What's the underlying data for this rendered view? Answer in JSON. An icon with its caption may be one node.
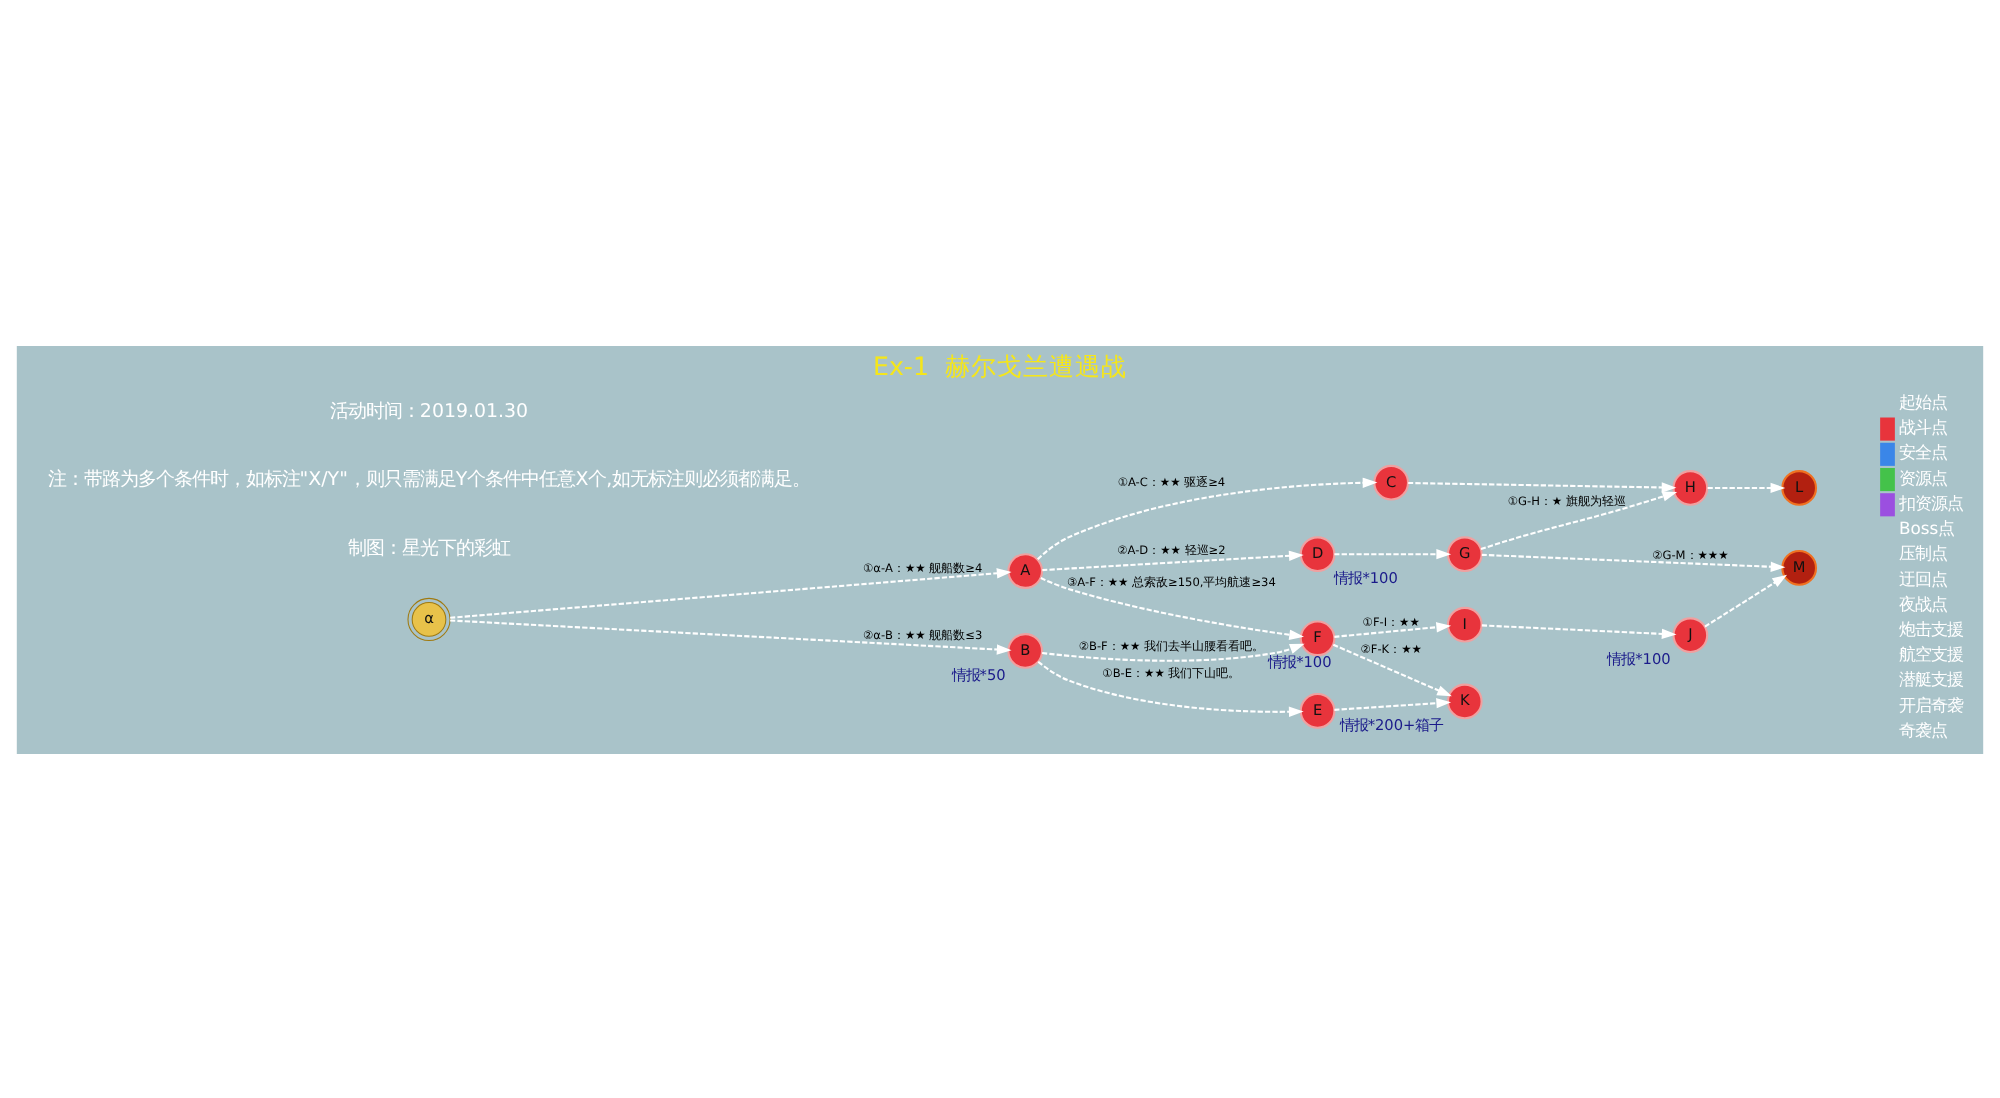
{
  "diagram": {
    "title": "Ex-1  赫尔戈兰遭遇战",
    "nodes": [
      {
        "text": [
          "α"
        ]
      },
      {
        "text": [
          "A"
        ]
      },
      {
        "text": [
          "B"
        ],
        "beside": [
          "情报*50"
        ]
      },
      {
        "text": [
          "C"
        ]
      },
      {
        "text": [
          "D"
        ],
        "beside": [
          "情报*100"
        ]
      },
      {
        "text": [
          "E"
        ]
      },
      {
        "text": [
          "F"
        ],
        "beside": [
          "情报*100"
        ]
      },
      {
        "text": [
          "G"
        ]
      },
      {
        "text": [
          "H"
        ]
      },
      {
        "text": [
          "I"
        ]
      },
      {
        "text": [
          "J"
        ],
        "beside": [
          "情报*100"
        ]
      },
      {
        "text": [
          "K"
        ],
        "beside": [
          "情报*200+箱子"
        ]
      },
      {
        "text": [
          "L"
        ]
      },
      {
        "text": [
          "M"
        ]
      }
    ],
    "edges": [
      {
        "from": 0,
        "to": 1,
        "arrow": "to",
        "style": "dashed",
        "label": "①α-A：★★ 舰船数≥4"
      },
      {
        "from": 0,
        "to": 2,
        "arrow": "to",
        "style": "dashed",
        "label": "②α-B：★★ 舰船数≤3"
      },
      {
        "from": 1,
        "to": 6,
        "arrow": "to",
        "style": "dashed",
        "label": "③A-F：★★ 总索敌≥150,平均航速≥34"
      },
      {
        "from": 1,
        "to": 4,
        "arrow": "to",
        "style": "dashed",
        "label": "②A-D：★★ 轻巡≥2"
      },
      {
        "from": 1,
        "to": 3,
        "arrow": "to",
        "style": "dashed",
        "label": "①A-C：★★ 驱逐≥4"
      },
      {
        "from": 2,
        "to": 5,
        "arrow": "to",
        "style": "dashed",
        "label": "①B-E：★★ 我们下山吧。"
      },
      {
        "from": 2,
        "to": 6,
        "arrow": "to",
        "style": "dashed",
        "label": "②B-F：★★ 我们去半山腰看看吧。"
      },
      {
        "from": 5,
        "to": 11,
        "arrow": "to",
        "style": "dashed"
      },
      {
        "from": 6,
        "to": 11,
        "arrow": "to",
        "style": "dashed",
        "label": "②F-K：★★"
      },
      {
        "from": 6,
        "to": 9,
        "arrow": "to",
        "style": "dashed",
        "label": "①F-I：★★"
      },
      {
        "from": 9,
        "to": 10,
        "arrow": "to",
        "style": "dashed"
      },
      {
        "from": 10,
        "to": 13,
        "arrow": "to",
        "style": "dashed"
      },
      {
        "from": 4,
        "to": 7,
        "arrow": "to",
        "style": "dashed"
      },
      {
        "from": 3,
        "to": 8,
        "arrow": "to",
        "style": "dashed"
      },
      {
        "from": 7,
        "to": 8,
        "arrow": "to",
        "style": "dashed",
        "label": "①G-H：★ 旗舰为轻巡"
      },
      {
        "from": 7,
        "to": 13,
        "arrow": "to",
        "style": "dashed",
        "label": "②G-M：★★★"
      },
      {
        "from": 8,
        "to": 12,
        "arrow": "to",
        "style": "dashed"
      }
    ],
    "labels": [
      "制图：星光下的彩虹",
      "注：带路为多个条件时，如标注\"X/Y\"，则只需满足Y个条件中任意X个,如无标注则必须都满足。",
      "活动时间：2019.01.30"
    ],
    "legend": [
      {
        "text": "起始点"
      },
      {
        "text": "战斗点",
        "color": "#e8343c"
      },
      {
        "text": "安全点",
        "color": "#3a86e8"
      },
      {
        "text": "资源点",
        "color": "#44c24a"
      },
      {
        "text": "扣资源点",
        "color": "#9b4fe0"
      },
      {
        "text": "Boss点"
      },
      {
        "text": "压制点"
      },
      {
        "text": "迂回点"
      },
      {
        "text": "夜战点"
      },
      {
        "text": "炮击支援"
      },
      {
        "text": "航空支援"
      },
      {
        "text": "潜艇支援"
      },
      {
        "text": "开启奇袭"
      },
      {
        "text": "奇袭点"
      }
    ]
  }
}
